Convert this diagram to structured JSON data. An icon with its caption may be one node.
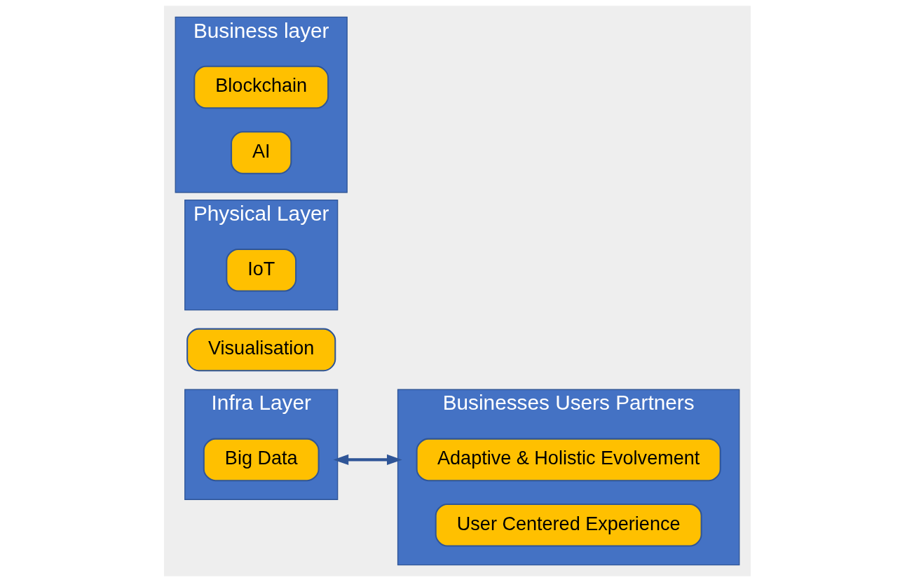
{
  "diagram": {
    "nodes": [
      {
        "text": [
          "Business layer"
        ]
      },
      {
        "text": [
          "Blockchain"
        ],
        "in": 0
      },
      {
        "text": [
          "AI"
        ],
        "in": 0
      },
      {
        "text": [
          "Infra Layer"
        ]
      },
      {
        "text": [
          "Big Data"
        ],
        "in": 3
      },
      {
        "text": [
          "Physical Layer"
        ]
      },
      {
        "text": [
          "IoT"
        ],
        "in": 5
      },
      {
        "text": [
          "Visualisation"
        ]
      },
      {
        "text": [
          "Businesses Users Partners"
        ]
      },
      {
        "text": [
          "Adaptive & Holistic Evolvement"
        ],
        "in": 8
      },
      {
        "text": [
          "User Centered Experience"
        ],
        "in": 8
      }
    ],
    "edges": [
      {
        "from": 3,
        "to": 8,
        "arrow": "both"
      }
    ]
  }
}
